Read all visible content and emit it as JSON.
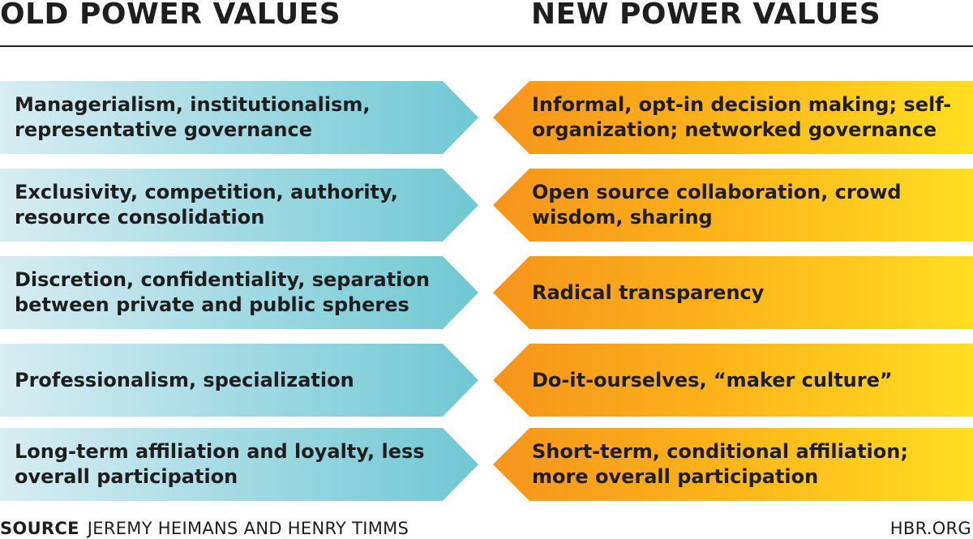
{
  "headings": {
    "old": "OLD POWER VALUES",
    "new": "NEW POWER VALUES"
  },
  "rows": [
    {
      "old": "Managerialism, institutionalism, representative governance",
      "new": "Informal, opt-in decision making; self-organization; networked governance"
    },
    {
      "old": "Exclusivity, competition, authority, resource consolidation",
      "new": "Open source collaboration, crowd wisdom, sharing"
    },
    {
      "old": "Discretion, confidentiality, separation between private and public spheres",
      "new": "Radical transparency"
    },
    {
      "old": "Professionalism, specialization",
      "new": "Do-it-ourselves, “maker culture”"
    },
    {
      "old": "Long-term affiliation and loyalty, less overall participation",
      "new": "Short-term, conditional affiliation; more overall participation"
    }
  ],
  "footer": {
    "source_label": "SOURCE",
    "source_value": "JEREMY HEIMANS AND HENRY TIMMS",
    "site": "HBR.ORG"
  },
  "colors": {
    "old_gradient_start": "#d8edf1",
    "old_gradient_end": "#6fc8d3",
    "new_gradient_start": "#f7941d",
    "new_gradient_end": "#ffde22",
    "text": "#1e1e1e"
  }
}
